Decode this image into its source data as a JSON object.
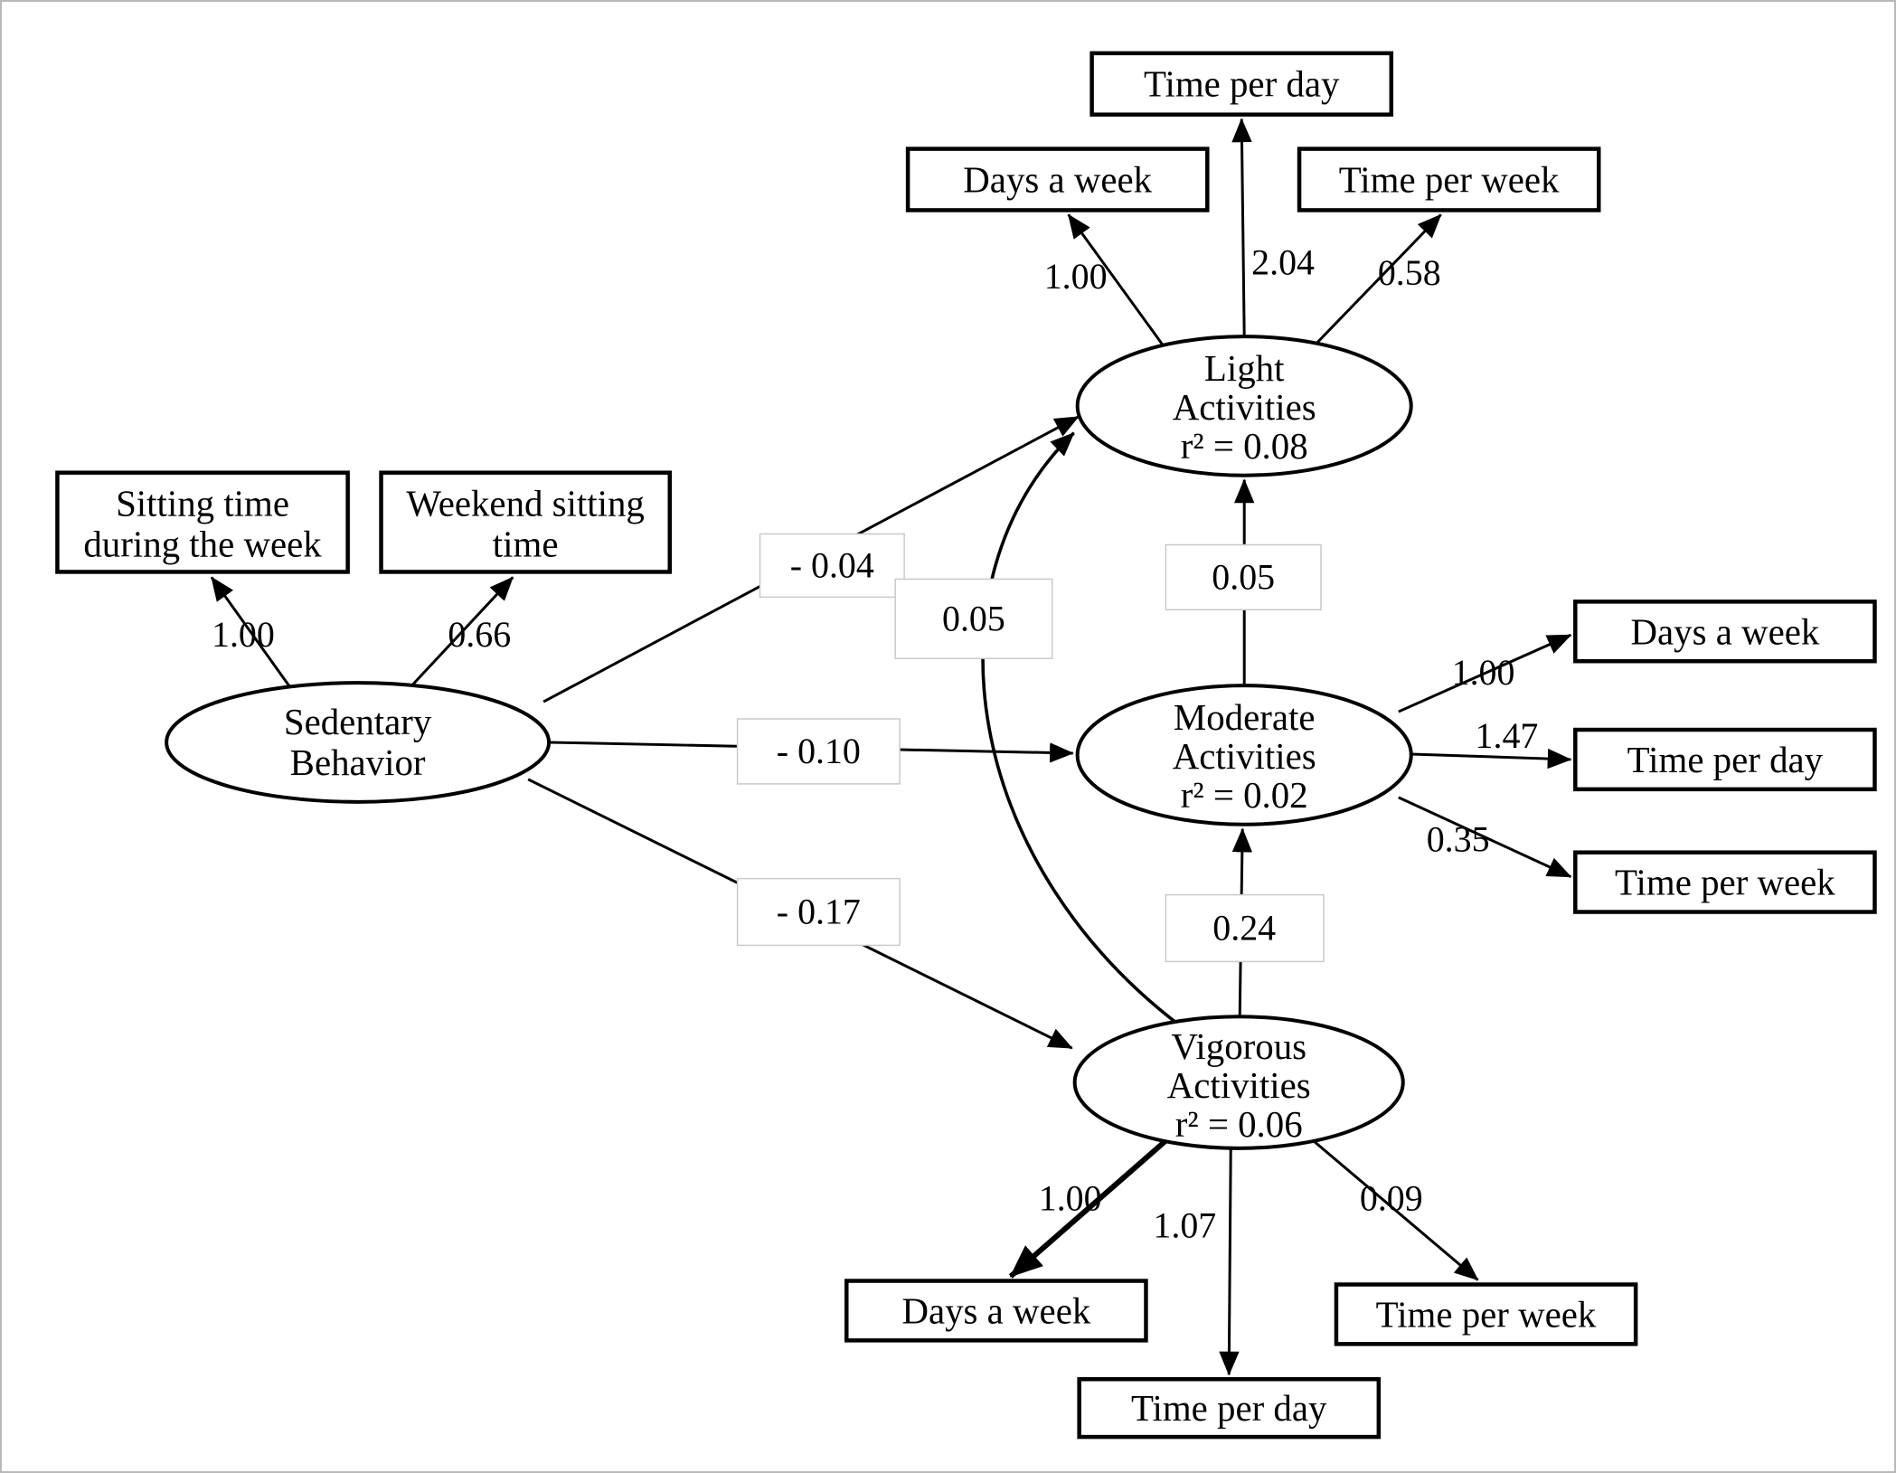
{
  "latent": {
    "sedentary": {
      "line1": "Sedentary",
      "line2": "Behavior"
    },
    "light": {
      "line1": "Light",
      "line2": "Activities",
      "r2": "r² = 0.08"
    },
    "moderate": {
      "line1": "Moderate",
      "line2": "Activities",
      "r2": "r² = 0.02"
    },
    "vigorous": {
      "line1": "Vigorous",
      "line2": "Activities",
      "r2": "r² = 0.06"
    }
  },
  "indicators": {
    "sitting_week": {
      "line1": "Sitting time",
      "line2": "during the week"
    },
    "weekend_sitting": {
      "line1": "Weekend sitting",
      "line2": "time"
    },
    "light_days": "Days a week",
    "light_time_day": "Time per day",
    "light_time_week": "Time per week",
    "mod_days": "Days a week",
    "mod_time_day": "Time per day",
    "mod_time_week": "Time per week",
    "vig_days": "Days a week",
    "vig_time_day": "Time per day",
    "vig_time_week": "Time per week"
  },
  "coefficients": {
    "sb_sitting": "1.00",
    "sb_weekend": "0.66",
    "sb_light": "- 0.04",
    "sb_moderate": "- 0.10",
    "sb_vigorous": "- 0.17",
    "vig_light": "0.05",
    "mod_light": "0.05",
    "vig_mod": "0.24",
    "light_days": "1.00",
    "light_time_day": "2.04",
    "light_time_week": "0.58",
    "mod_days": "1.00",
    "mod_time_day": "1.47",
    "mod_time_week": "0.35",
    "vig_days": "1.00",
    "vig_time_day": "1.07",
    "vig_time_week": "0.09"
  }
}
